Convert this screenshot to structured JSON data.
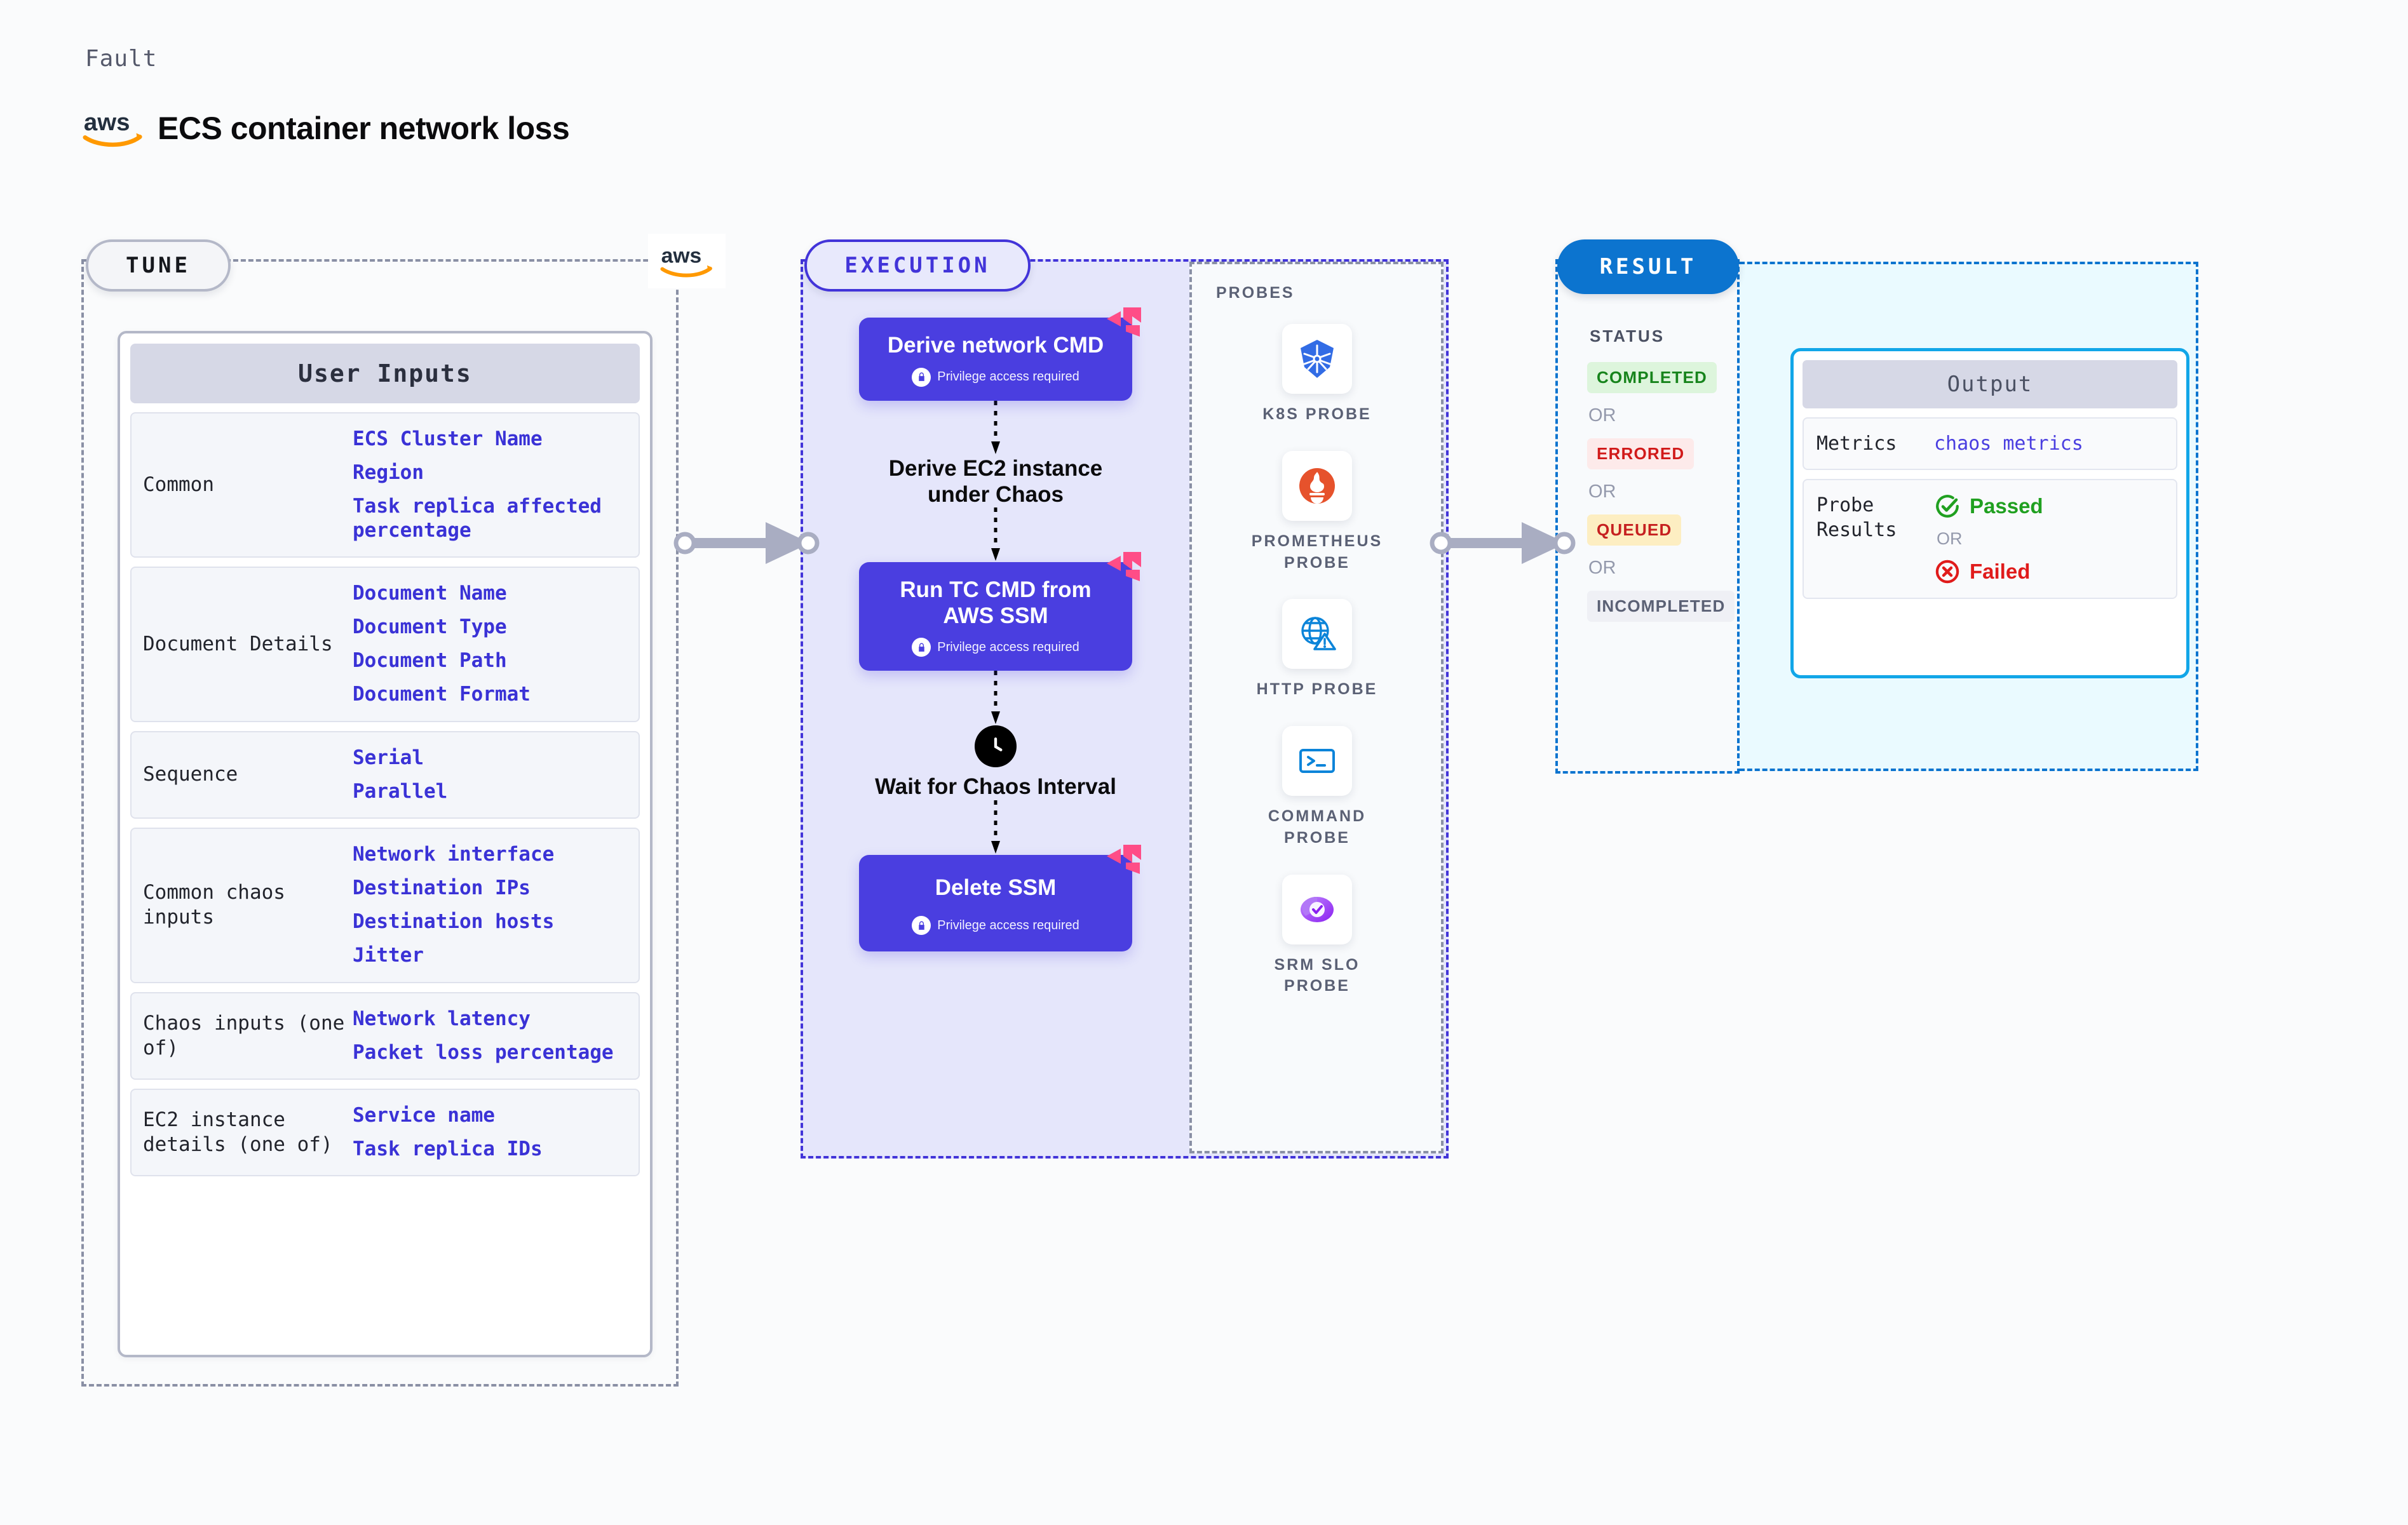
{
  "header": {
    "eyebrow": "Fault",
    "title": "ECS container network loss",
    "logo_icon": "aws-logo"
  },
  "tune": {
    "badge": "TUNE",
    "aws_marker_icon": "aws-logo",
    "card_title": "User Inputs",
    "rows": [
      {
        "key": "Common",
        "values": [
          "ECS Cluster Name",
          "Region",
          "Task replica affected percentage"
        ]
      },
      {
        "key": "Document Details",
        "values": [
          "Document Name",
          "Document Type",
          "Document Path",
          "Document Format"
        ]
      },
      {
        "key": "Sequence",
        "values": [
          "Serial",
          "Parallel"
        ]
      },
      {
        "key": "Common chaos inputs",
        "values": [
          "Network interface",
          "Destination IPs",
          "Destination hosts",
          "Jitter"
        ]
      },
      {
        "key": "Chaos inputs (one of)",
        "values": [
          "Network latency",
          "Packet loss percentage"
        ]
      },
      {
        "key": "EC2 instance details (one of)",
        "values": [
          "Service name",
          "Task replica IDs"
        ]
      }
    ]
  },
  "execution": {
    "badge": "EXECUTION",
    "privilege_note": "Privilege access required",
    "steps": [
      {
        "type": "node",
        "label": "Derive network CMD",
        "privileged": true,
        "flagged": true
      },
      {
        "type": "text",
        "label": "Derive EC2 instance under Chaos"
      },
      {
        "type": "node",
        "label": "Run TC CMD from AWS SSM",
        "privileged": true,
        "flagged": true
      },
      {
        "type": "wait",
        "label": "Wait for Chaos Interval",
        "icon": "clock-icon"
      },
      {
        "type": "node",
        "label": "Delete SSM",
        "privileged": true,
        "flagged": true
      }
    ]
  },
  "probes": {
    "label": "PROBES",
    "items": [
      {
        "name": "K8S PROBE",
        "icon": "kubernetes-icon"
      },
      {
        "name": "PROMETHEUS PROBE",
        "icon": "prometheus-icon"
      },
      {
        "name": "HTTP PROBE",
        "icon": "http-globe-warning-icon"
      },
      {
        "name": "COMMAND PROBE",
        "icon": "terminal-icon"
      },
      {
        "name": "SRM SLO PROBE",
        "icon": "srm-slo-icon"
      }
    ]
  },
  "result": {
    "badge": "RESULT",
    "status_label": "STATUS",
    "or_text": "OR",
    "statuses": [
      {
        "label": "COMPLETED",
        "variant": "completed"
      },
      {
        "label": "ERRORED",
        "variant": "errored"
      },
      {
        "label": "QUEUED",
        "variant": "queued"
      },
      {
        "label": "INCOMPLETED",
        "variant": "incompleted"
      }
    ],
    "output": {
      "title": "Output",
      "metrics_key": "Metrics",
      "metrics_value": "chaos metrics",
      "probe_results_key": "Probe Results",
      "passed_label": "Passed",
      "failed_label": "Failed",
      "or_text": "OR"
    }
  },
  "colors": {
    "brand_indigo": "#4a3ee0",
    "result_blue": "#0c74cf",
    "output_border": "#12a6e8",
    "value_text": "#3a32d6",
    "harness_pink": "#ff4d87",
    "aws_orange": "#ff9900",
    "success_green": "#20a020",
    "error_red": "#e01b1b"
  }
}
